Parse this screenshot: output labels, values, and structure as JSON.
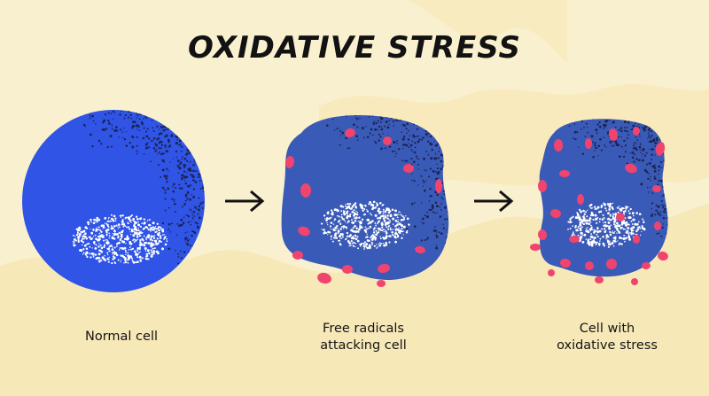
{
  "title": "OXIDATIVE STRESS",
  "captions": [
    {
      "lines": [
        "Normal cell"
      ]
    },
    {
      "lines": [
        "Free radicals",
        "attacking cell"
      ]
    },
    {
      "lines": [
        "Cell with",
        "oxidative stress"
      ]
    }
  ],
  "colors": {
    "background": "#f9f0cf",
    "background_wave": "#f6e6b0",
    "cell_blue": "#2f54e6",
    "damaged_blue": "#3a5ab8",
    "radical_pink": "#f0446e",
    "text": "#121212"
  }
}
